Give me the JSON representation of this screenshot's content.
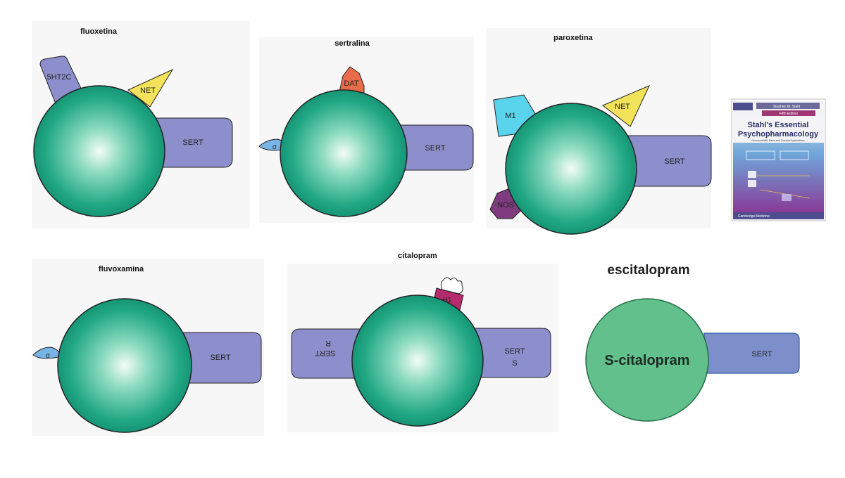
{
  "panels": {
    "fluoxetina": {
      "title": "fluoxetina",
      "receptors": {
        "r5ht2c": "5HT2C",
        "net": "NET",
        "sert": "SERT"
      }
    },
    "sertralina": {
      "title": "sertralina",
      "receptors": {
        "dat": "DAT",
        "sert": "SERT",
        "sigma": "σ"
      }
    },
    "paroxetina": {
      "title": "paroxetina",
      "receptors": {
        "m1": "M1",
        "net": "NET",
        "sert": "SERT",
        "nos": "NOS"
      }
    },
    "fluvoxamina": {
      "title": "fluvoxamina",
      "receptors": {
        "sert": "SERT",
        "sigma": "σ"
      }
    },
    "citalopram": {
      "title": "citalopram",
      "receptors": {
        "h1": "H1",
        "sert_s_top": "SERT",
        "sert_s_bottom": "S",
        "sert_r_top": "SERT",
        "sert_r_bottom": "R"
      }
    },
    "escitalopram": {
      "title": "escitalopram",
      "drug": "S-citalopram",
      "receptors": {
        "sert": "SERT"
      }
    }
  },
  "book": {
    "author": "Stephen M. Stahl",
    "edition": "Fifth Edition",
    "title_line1": "Stahl's Essential",
    "title_line2": "Psychopharmacology",
    "subtitle": "Neuroscientific Basis and Practical Applications",
    "publisher": "Cambridge",
    "imprint": "Medicine"
  },
  "colors": {
    "sphere_edge": "#0e8a6e",
    "sphere_center": "#f2fbf6",
    "sert": "#8d8fcc",
    "net": "#f2e35a",
    "dat": "#e96c4a",
    "m1": "#5ad4ec",
    "nos": "#7e3c7e",
    "h1": "#b52b6d",
    "sigma": "#78b4e6",
    "escitalopram_fill": "#62c08c",
    "escitalopram_sert": "#7c8fcb"
  }
}
